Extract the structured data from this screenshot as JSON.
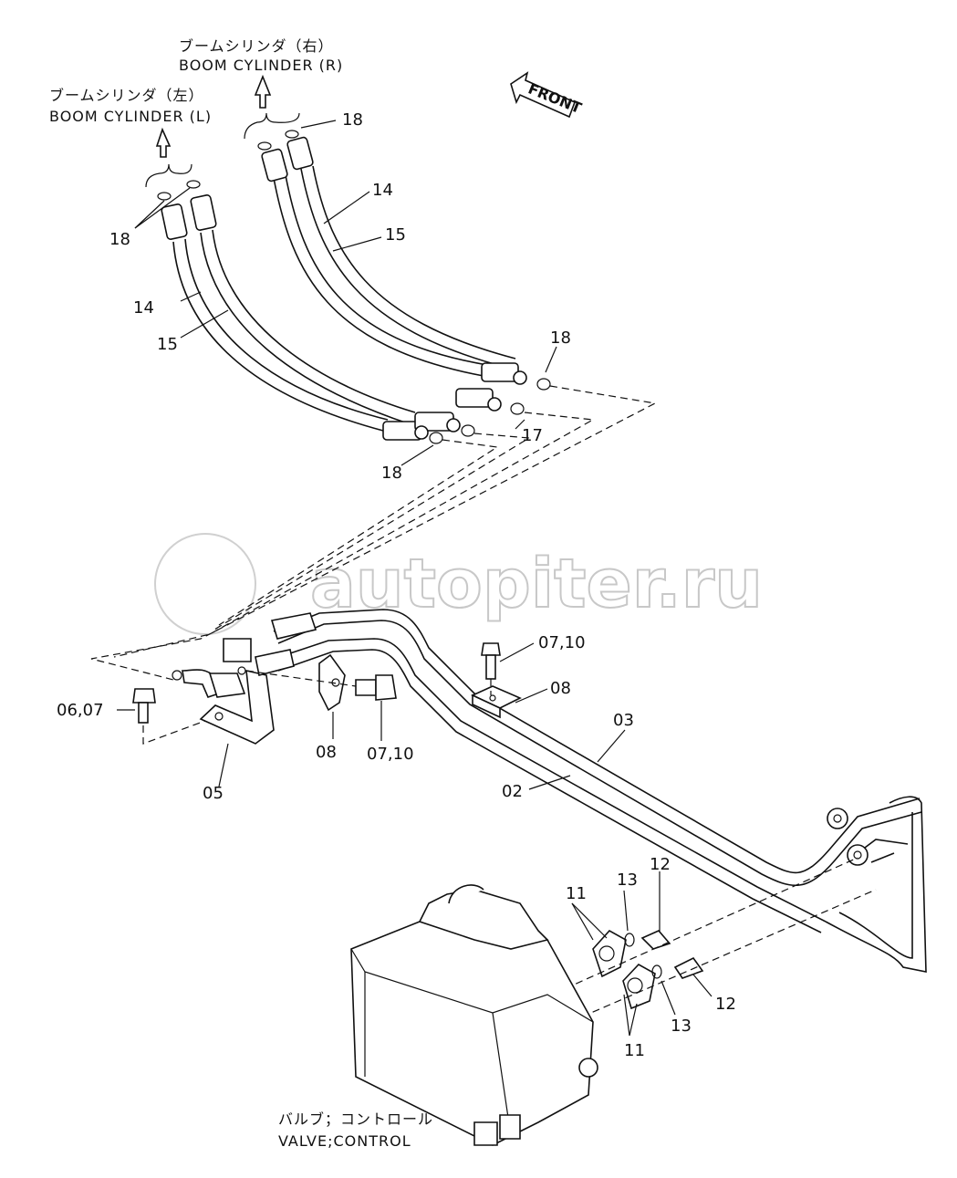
{
  "captions": {
    "boom_r_jp": "ブームシリンダ（右）",
    "boom_r_en": "BOOM CYLINDER (R)",
    "boom_l_jp": "ブームシリンダ（左）",
    "boom_l_en": "BOOM CYLINDER (L)",
    "front": "FRONT",
    "valve_jp": "バルブ；コントロール",
    "valve_en": "VALVE;CONTROL"
  },
  "watermark": "autopiter.ru",
  "labels": {
    "p18_a": "18",
    "p18_b": "18",
    "p18_c": "18",
    "p18_d": "18",
    "p14_a": "14",
    "p15_a": "15",
    "p14_b": "14",
    "p15_b": "15",
    "p17": "17",
    "p0710_a": "07,10",
    "p0607": "06,07",
    "p08_a": "08",
    "p08_b": "08",
    "p0710_b": "07,10",
    "p03": "03",
    "p02": "02",
    "p05": "05",
    "p11_a": "11",
    "p13_a": "13",
    "p12_a": "12",
    "p12_b": "12",
    "p13_b": "13",
    "p11_b": "11"
  }
}
